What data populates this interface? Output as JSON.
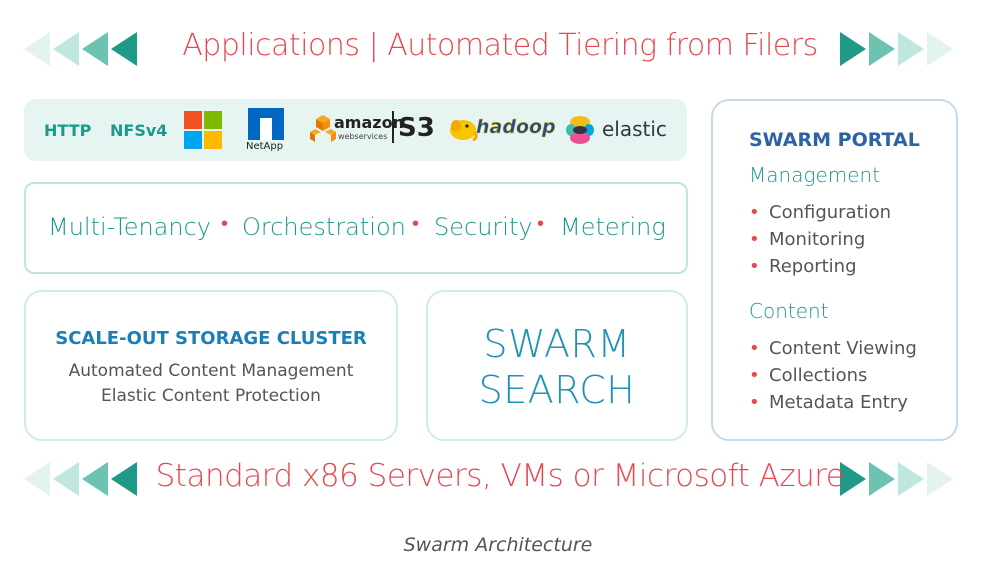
{
  "top_banner": "Applications | Automated Tiering from Filers",
  "bottom_banner": "Standard x86 Servers, VMs or Microsoft Azure",
  "protocols": {
    "http": "HTTP",
    "nfs": "NFSv4",
    "netapp": "NetApp",
    "amazon": "amazon",
    "amazon_sub": "webservices",
    "s3": "S3",
    "hadoop": "hadoop",
    "elastic": "elastic"
  },
  "services": [
    "Multi-Tenancy",
    "Orchestration",
    "Security",
    "Metering"
  ],
  "cluster": {
    "title": "SCALE-OUT STORAGE CLUSTER",
    "lines": [
      "Automated Content Management",
      "Elastic Content Protection"
    ]
  },
  "search": {
    "lines": [
      "SWARM",
      "SEARCH"
    ]
  },
  "portal": {
    "title": "SWARM PORTAL",
    "sections": [
      {
        "heading": "Management",
        "items": [
          "Configuration",
          "Monitoring",
          "Reporting"
        ]
      },
      {
        "heading": "Content",
        "items": [
          "Content Viewing",
          "Collections",
          "Metadata Entry"
        ]
      }
    ]
  },
  "caption": "Swarm Architecture",
  "colors": {
    "banner": "#e8474f",
    "teal": "#1a9a8a",
    "blue": "#2c62a6",
    "arrow_shades": [
      "#e3f3f0",
      "#bfe6df",
      "#6cc3b2",
      "#1f9a86"
    ]
  }
}
